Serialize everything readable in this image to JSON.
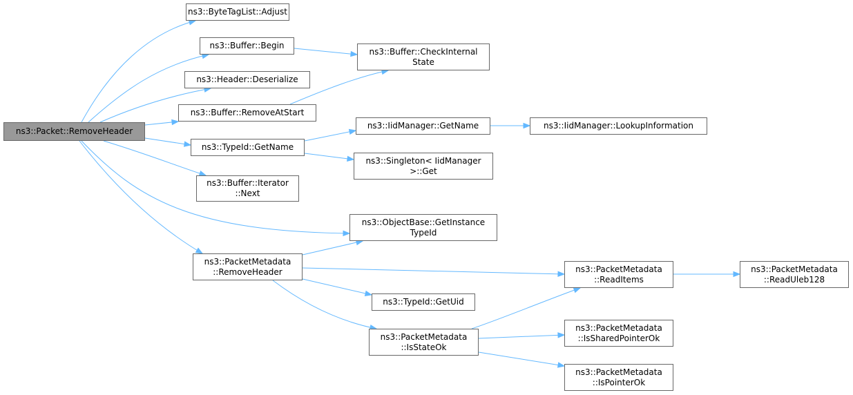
{
  "diagram": {
    "edge_color": "#63b8ff",
    "root_fill": "#999999",
    "nodes": [
      {
        "id": "root",
        "label": "ns3::Packet::RemoveHeader"
      },
      {
        "id": "btl_adjust",
        "label": "ns3::ByteTagList::Adjust"
      },
      {
        "id": "buf_begin",
        "label": "ns3::Buffer::Begin"
      },
      {
        "id": "buf_check",
        "label": "ns3::Buffer::CheckInternal\nState"
      },
      {
        "id": "hdr_deser",
        "label": "ns3::Header::Deserialize"
      },
      {
        "id": "buf_remove",
        "label": "ns3::Buffer::RemoveAtStart"
      },
      {
        "id": "iid_getname",
        "label": "ns3::IidManager::GetName"
      },
      {
        "id": "iid_lookup",
        "label": "ns3::IidManager::LookupInformation"
      },
      {
        "id": "tid_getname",
        "label": "ns3::TypeId::GetName"
      },
      {
        "id": "singleton_get",
        "label": "ns3::Singleton< IidManager\n>::Get"
      },
      {
        "id": "iter_next",
        "label": "ns3::Buffer::Iterator\n::Next"
      },
      {
        "id": "ob_getinst",
        "label": "ns3::ObjectBase::GetInstance\nTypeId"
      },
      {
        "id": "pm_remove",
        "label": "ns3::PacketMetadata\n::RemoveHeader"
      },
      {
        "id": "pm_readitems",
        "label": "ns3::PacketMetadata\n::ReadItems"
      },
      {
        "id": "pm_readuleb",
        "label": "ns3::PacketMetadata\n::ReadUleb128"
      },
      {
        "id": "tid_getuid",
        "label": "ns3::TypeId::GetUid"
      },
      {
        "id": "pm_isstateok",
        "label": "ns3::PacketMetadata\n::IsStateOk"
      },
      {
        "id": "pm_isshared",
        "label": "ns3::PacketMetadata\n::IsSharedPointerOk"
      },
      {
        "id": "pm_ispointer",
        "label": "ns3::PacketMetadata\n::IsPointerOk"
      }
    ],
    "edges": [
      {
        "from": "root",
        "to": "btl_adjust"
      },
      {
        "from": "root",
        "to": "buf_begin"
      },
      {
        "from": "root",
        "to": "hdr_deser"
      },
      {
        "from": "root",
        "to": "buf_remove"
      },
      {
        "from": "root",
        "to": "tid_getname"
      },
      {
        "from": "root",
        "to": "iter_next"
      },
      {
        "from": "root",
        "to": "ob_getinst"
      },
      {
        "from": "root",
        "to": "pm_remove"
      },
      {
        "from": "buf_begin",
        "to": "buf_check"
      },
      {
        "from": "buf_remove",
        "to": "buf_check"
      },
      {
        "from": "tid_getname",
        "to": "iid_getname"
      },
      {
        "from": "tid_getname",
        "to": "singleton_get"
      },
      {
        "from": "iid_getname",
        "to": "iid_lookup"
      },
      {
        "from": "pm_remove",
        "to": "ob_getinst"
      },
      {
        "from": "pm_remove",
        "to": "pm_readitems"
      },
      {
        "from": "pm_remove",
        "to": "tid_getuid"
      },
      {
        "from": "pm_remove",
        "to": "pm_isstateok"
      },
      {
        "from": "pm_readitems",
        "to": "pm_readuleb"
      },
      {
        "from": "pm_isstateok",
        "to": "pm_readitems"
      },
      {
        "from": "pm_isstateok",
        "to": "pm_isshared"
      },
      {
        "from": "pm_isstateok",
        "to": "pm_ispointer"
      }
    ]
  }
}
